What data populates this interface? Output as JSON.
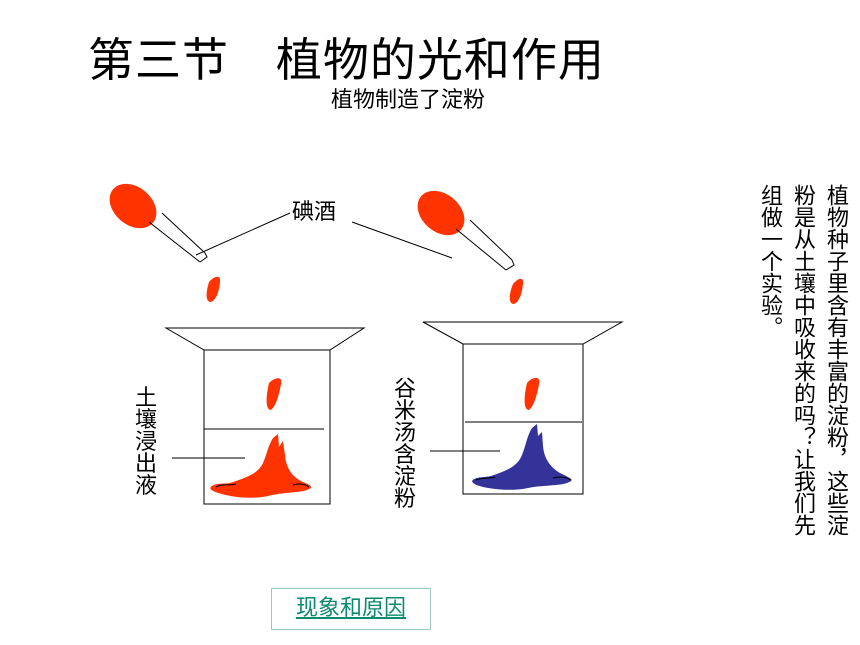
{
  "slide": {
    "title": "第三节   植物的光和作用",
    "subtitle": "植物制造了淀粉",
    "iodine_label": "碘酒",
    "left_beaker_label": "土壤浸出液",
    "right_beaker_label": "谷米汤含淀粉",
    "side_text": "植物种子里含有丰富的淀粉，这些淀粉是从土壤中吸收来的吗？让我们先组做一个实验。",
    "link_label": "现象和原因"
  },
  "colors": {
    "iodine": "#ff3300",
    "starch_reaction": "#333399",
    "link": "#0a8a6e"
  }
}
